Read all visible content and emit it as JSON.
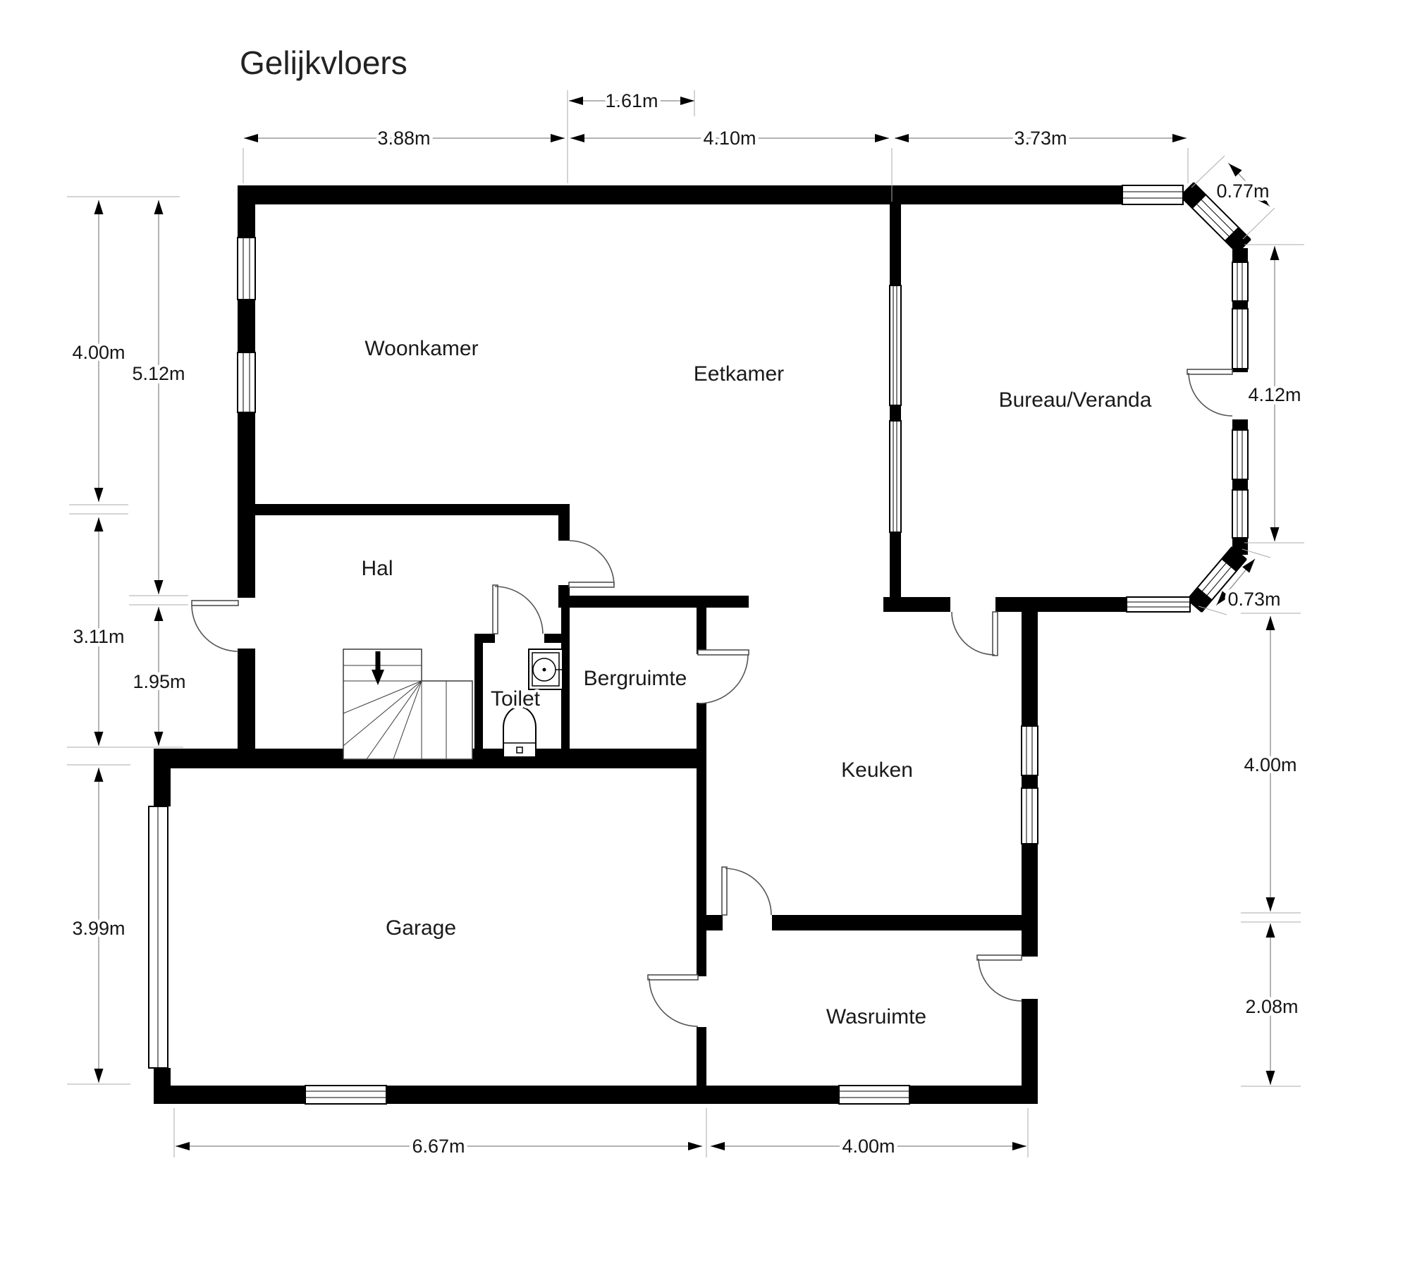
{
  "title": "Gelijkvloers",
  "rooms": {
    "woonkamer": "Woonkamer",
    "eetkamer": "Eetkamer",
    "bureau_veranda": "Bureau/Veranda",
    "hal": "Hal",
    "toilet": "Toilet",
    "bergruimte": "Bergruimte",
    "keuken": "Keuken",
    "garage": "Garage",
    "wasruimte": "Wasruimte"
  },
  "dimensions": {
    "top_1": "3.88m",
    "top_2": "4.10m",
    "top_3": "3.73m",
    "top_small": "1.61m",
    "corner_top_right": "0.77m",
    "left_1": "4.00m",
    "left_2": "5.12m",
    "left_3": "3.11m",
    "left_4": "1.95m",
    "left_5": "3.99m",
    "right_1": "4.12m",
    "corner_bottom_right": "0.73m",
    "right_2": "4.00m",
    "right_3": "2.08m",
    "bottom_1": "6.67m",
    "bottom_2": "4.00m"
  },
  "colors": {
    "wall": "#000000",
    "dimension_line": "#9b9b9b",
    "text": "#1a1a1a",
    "background": "#ffffff"
  }
}
